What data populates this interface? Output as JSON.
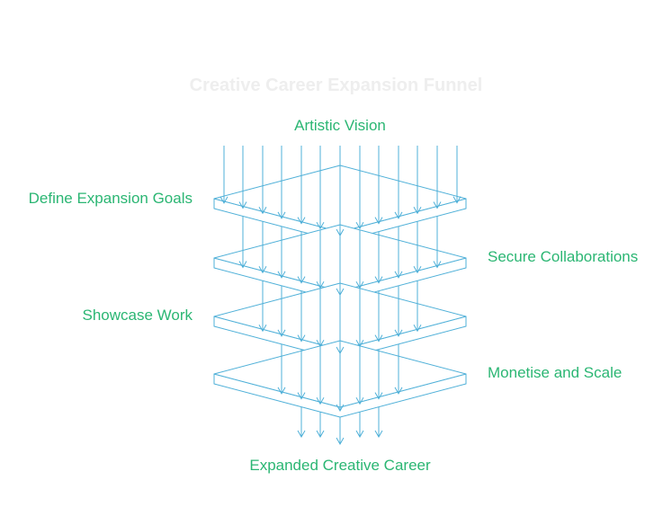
{
  "title": "Creative Career Expansion Funnel",
  "top_label": "Artistic Vision",
  "bottom_label": "Expanded Creative Career",
  "stages": [
    {
      "label": "Define Expansion Goals",
      "side": "left"
    },
    {
      "label": "Secure Collaborations",
      "side": "right"
    },
    {
      "label": "Showcase Work",
      "side": "left"
    },
    {
      "label": "Monetise and Scale",
      "side": "right"
    }
  ],
  "colors": {
    "label": "#2bb673",
    "lines": "#4fb0d8",
    "title": "#eeeeee",
    "background": "#ffffff"
  }
}
